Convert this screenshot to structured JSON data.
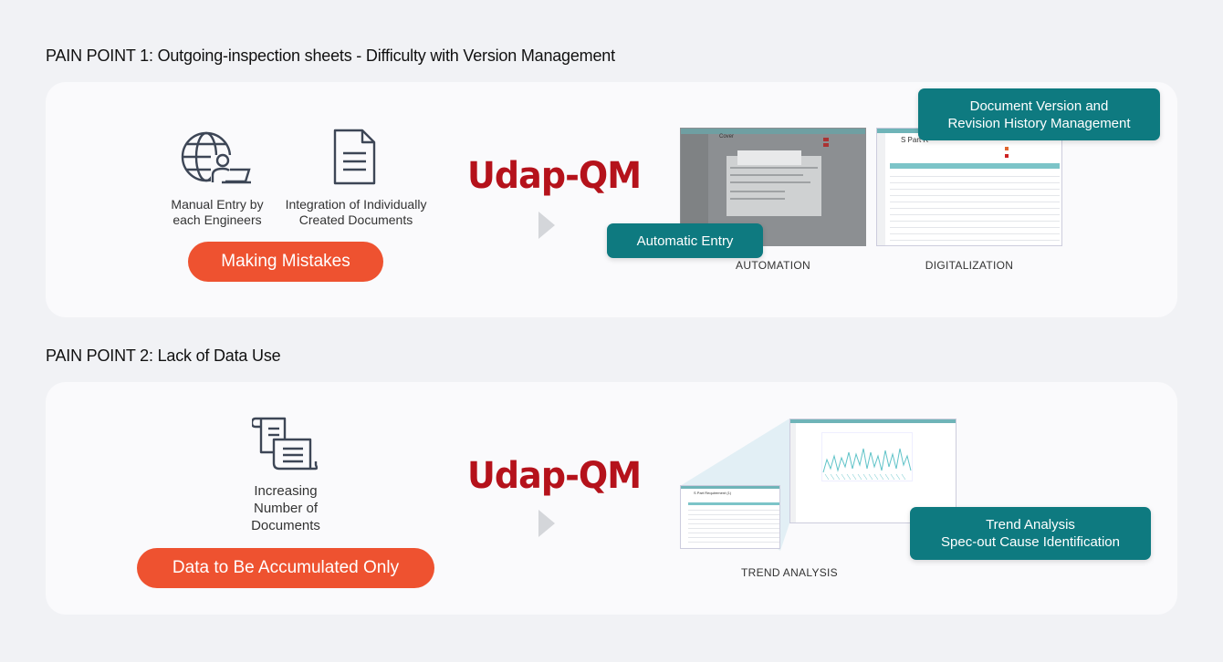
{
  "section1": {
    "heading": "PAIN POINT 1: Outgoing-inspection sheets - Difficulty with Version Management",
    "items": [
      {
        "icon": "globe-user-icon",
        "caption": "Manual Entry by\neach Engineers"
      },
      {
        "icon": "document-icon",
        "caption": "Integration of Individually\nCreated Documents"
      }
    ],
    "problem": "Making Mistakes",
    "logo": {
      "part1": "Udap-",
      "part2": "QM"
    },
    "callout_version": "Document Version and\nRevision History Management",
    "callout_entry": "Automatic Entry",
    "label_automation": "AUTOMATION",
    "label_digitalization": "DIGITALIZATION",
    "screenshot_automation": {
      "title": "Cover"
    },
    "screenshot_digitalization": {
      "title": "S Part R"
    }
  },
  "section2": {
    "heading": "PAIN POINT 2: Lack of Data Use",
    "item": {
      "icon": "scroll-documents-icon",
      "caption": "Increasing\nNumber of\nDocuments"
    },
    "problem": "Data to Be Accumulated Only",
    "logo": {
      "part1": "Udap-",
      "part2": "QM"
    },
    "callout_trend": "Trend Analysis\nSpec-out Cause Identification",
    "label_trend": "TREND ANALYSIS",
    "screenshot_list": {
      "title": "S Part Requirement (1)"
    }
  },
  "colors": {
    "accent_orange": "#ee5230",
    "accent_teal": "#0e7a80",
    "logo_red": "#b5121b",
    "logo_dark": "#3d4656",
    "chart_line": "#5fc3c8"
  }
}
